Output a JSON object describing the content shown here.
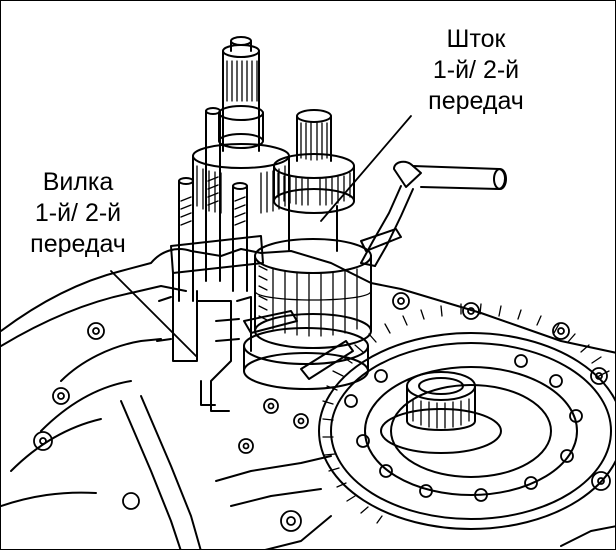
{
  "labels": {
    "rod": [
      "Шток",
      "1-й/ 2-й",
      "передач"
    ],
    "fork": [
      "Вилка",
      "1-й/ 2-й",
      "передач"
    ]
  },
  "colors": {
    "ink": "#000000",
    "paper": "#ffffff"
  }
}
